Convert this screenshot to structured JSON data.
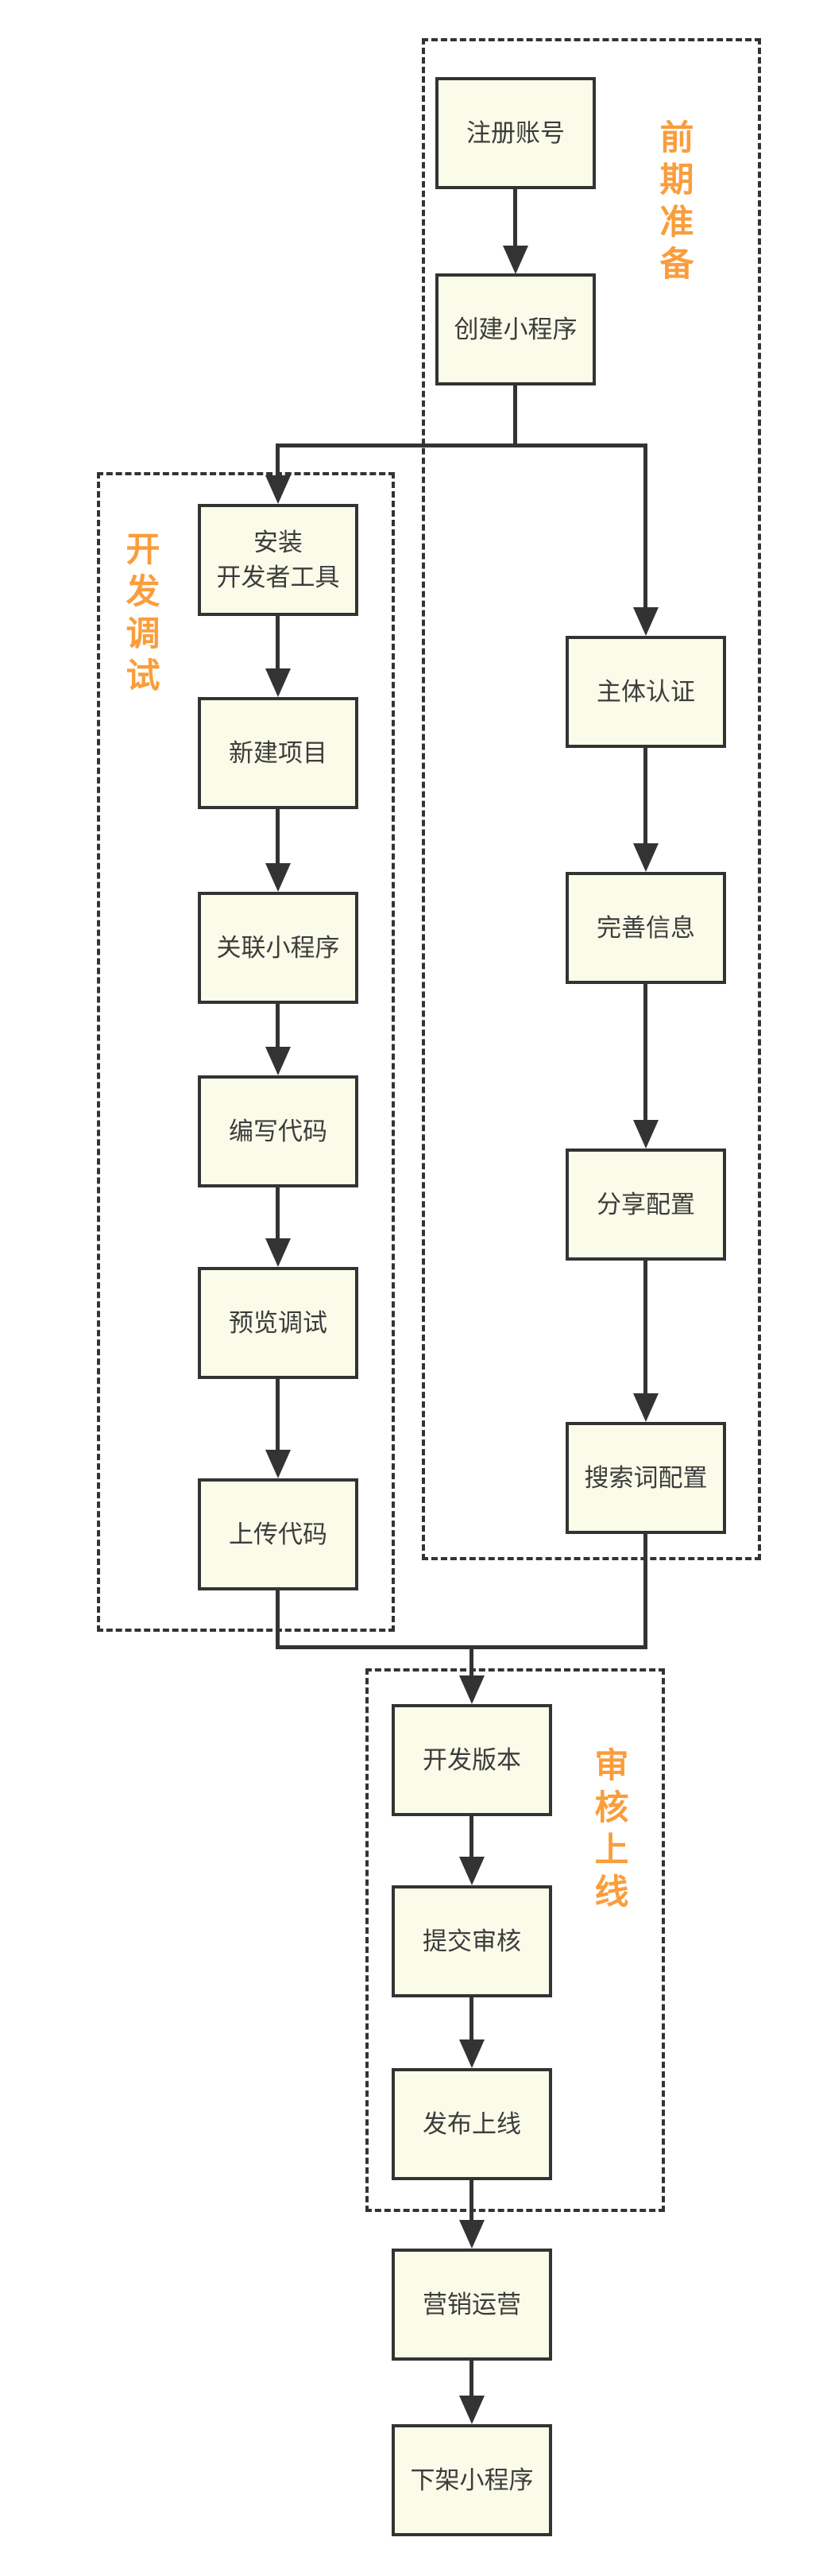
{
  "groups": {
    "preparation": {
      "label": "前期准备"
    },
    "dev_debug": {
      "label": "开发调试"
    },
    "review_launch": {
      "label": "审核上线"
    }
  },
  "nodes": {
    "register": {
      "label": "注册账号"
    },
    "create": {
      "label": "创建小程序"
    },
    "install": {
      "line1": "安装",
      "line2": "开发者工具"
    },
    "new_project": {
      "label": "新建项目"
    },
    "link_mp": {
      "label": "关联小程序"
    },
    "write_code": {
      "label": "编写代码"
    },
    "preview": {
      "label": "预览调试"
    },
    "upload": {
      "label": "上传代码"
    },
    "verify": {
      "label": "主体认证"
    },
    "complete_info": {
      "label": "完善信息"
    },
    "share_cfg": {
      "label": "分享配置"
    },
    "search_cfg": {
      "label": "搜索词配置"
    },
    "dev_version": {
      "label": "开发版本"
    },
    "submit_review": {
      "label": "提交审核"
    },
    "publish": {
      "label": "发布上线"
    },
    "marketing": {
      "label": "营销运营"
    },
    "takedown": {
      "label": "下架小程序"
    }
  },
  "colors": {
    "background": "#FFFFFF",
    "node_fill": "#FBFBE9",
    "node_border": "#333333",
    "connector_line": "#333333",
    "node_text": "#3C3C3C",
    "group_label_accent": "#FA9D3B"
  }
}
